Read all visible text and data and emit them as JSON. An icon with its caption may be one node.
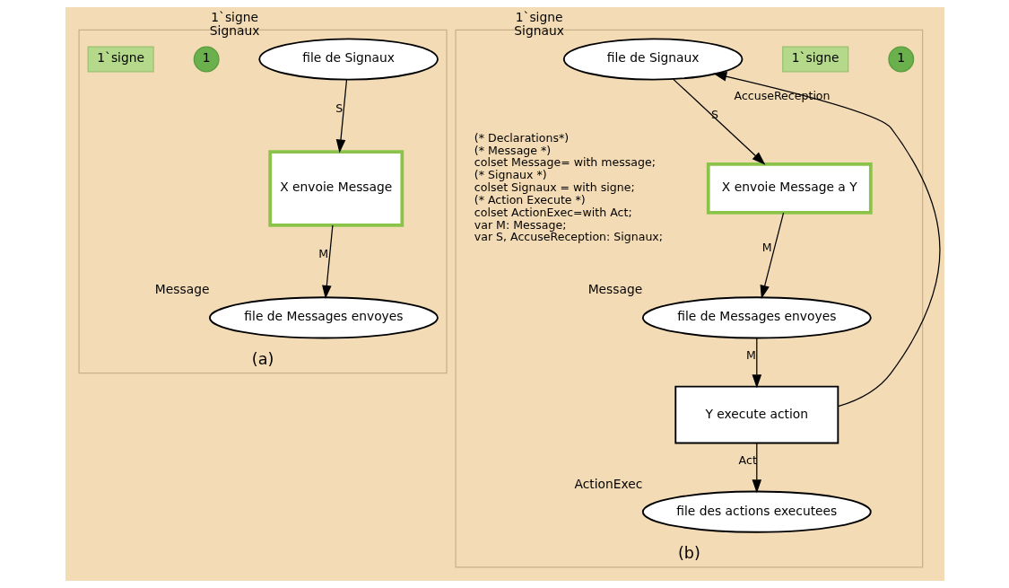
{
  "diagram": {
    "nodes": [
      {
        "text": [
          "(a)"
        ]
      },
      {
        "text": [
          "file de Signaux"
        ],
        "in": 0,
        "beside": [
          "1`signe",
          "Signaux"
        ]
      },
      {
        "text": [
          "1"
        ],
        "in": 0
      },
      {
        "text": [
          "1`signe"
        ],
        "in": 0
      },
      {
        "text": [
          "X envoie Message"
        ],
        "in": 0
      },
      {
        "text": [
          "file de Messages envoyes"
        ],
        "in": 0,
        "beside": [
          "Message"
        ]
      },
      {
        "text": [
          "(b)"
        ]
      },
      {
        "text": [
          "1"
        ],
        "in": 6
      },
      {
        "text": [
          "1`signe"
        ],
        "in": 6
      },
      {
        "text": [
          "file de Signaux"
        ],
        "in": 6,
        "beside": [
          "1`signe",
          "Signaux"
        ]
      },
      {
        "text": [
          "X envoie Message a Y"
        ],
        "in": 6
      },
      {
        "text": [
          "file de Messages envoyes"
        ],
        "in": 6,
        "beside": [
          "Message"
        ]
      },
      {
        "text": [
          "Y execute action"
        ],
        "in": 6
      },
      {
        "text": [
          "file des actions executees"
        ],
        "in": 6,
        "beside": [
          "ActionExec"
        ]
      }
    ],
    "edges": [
      {
        "from": 1,
        "to": 4,
        "arrow": "to",
        "label": "S"
      },
      {
        "from": 4,
        "to": 5,
        "arrow": "to",
        "label": "M"
      },
      {
        "from": 9,
        "to": 10,
        "arrow": "to",
        "label": "S"
      },
      {
        "from": 10,
        "to": 11,
        "arrow": "to",
        "label": "M"
      },
      {
        "from": 11,
        "to": 12,
        "arrow": "to",
        "label": "M"
      },
      {
        "from": 12,
        "to": 9,
        "arrow": "to",
        "label": "AccuseReception"
      },
      {
        "from": 12,
        "to": 13,
        "arrow": "to",
        "label": "Act"
      }
    ],
    "labels": [
      "(* Declarations*)",
      "(* Message *)",
      "colset Message= with message;",
      "(* Signaux *)",
      "colset Signaux = with signe;",
      "(* Action Execute *)",
      "colset ActionExec=with Act;",
      "var M: Message;",
      "var S, AccuseReception: Signaux;"
    ]
  }
}
